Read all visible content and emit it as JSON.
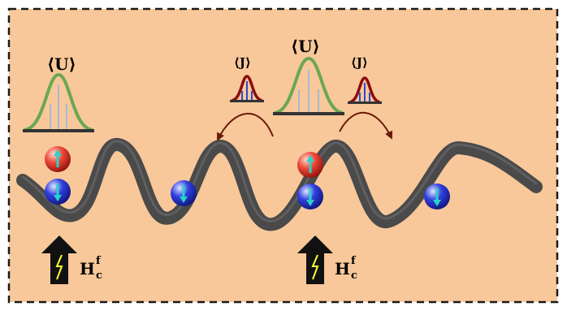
{
  "labels": {
    "u_left": "⟨U⟩",
    "u_center": "⟨U⟩",
    "j_left": "⟨J⟩",
    "j_right": "⟨J⟩",
    "h_left_main": "H",
    "h_left_sup": "f",
    "h_left_sub": "c",
    "h_right_main": "H",
    "h_right_sup": "f",
    "h_right_sub": "c"
  },
  "colors": {
    "background": "#f8c89a",
    "border": "#1a1a1a",
    "lattice": "#4a4a4a",
    "u_curve": "#6aa84f",
    "j_curve": "#8b0d0d",
    "spin_up_ball": "#e53935",
    "spin_down_ball": "#2233cc",
    "spin_arrow": "#29d3c8",
    "arrow_fill": "#111111",
    "bolt": "#ffff33",
    "hop_arrow": "#6b1a0a"
  },
  "icons": {
    "spin_up": "spin-up-particle-icon",
    "spin_down": "spin-down-particle-icon",
    "quench_arrow": "up-arrow-with-lightning-icon"
  }
}
